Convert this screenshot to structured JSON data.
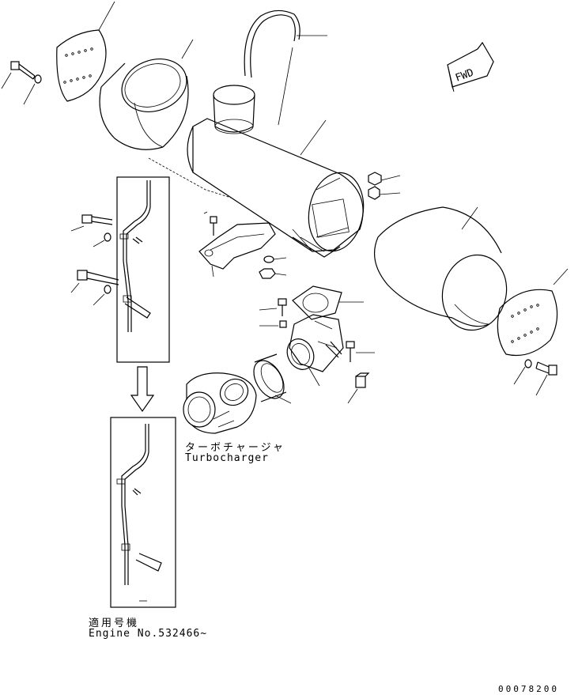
{
  "fwd_label": "FWD",
  "turbocharger": {
    "label_jp": "ターボチャージャ",
    "label_en": "Turbocharger"
  },
  "applicable": {
    "label_jp": "適用号機",
    "label_en": "Engine No.532466~"
  },
  "drawing_number": "00078200",
  "colors": {
    "line": "#000000",
    "background": "#ffffff"
  }
}
